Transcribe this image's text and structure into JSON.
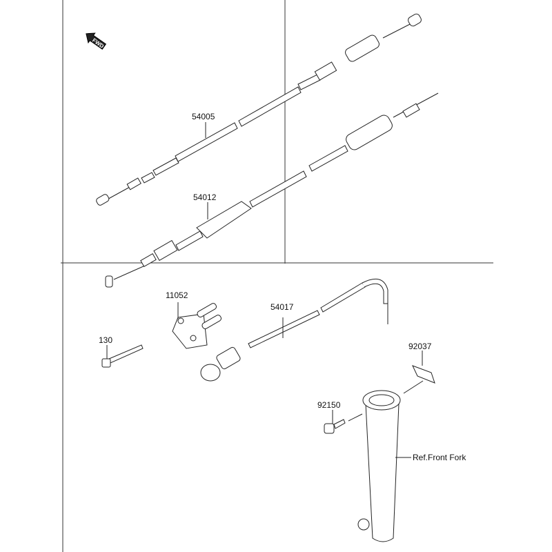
{
  "diagram": {
    "fwd_badge": "FWD",
    "parts": [
      {
        "number": "54005"
      },
      {
        "number": "54012"
      },
      {
        "number": "11052"
      },
      {
        "number": "130"
      },
      {
        "number": "54017"
      },
      {
        "number": "92037"
      },
      {
        "number": "92150"
      }
    ],
    "reference": "Ref.Front Fork"
  }
}
